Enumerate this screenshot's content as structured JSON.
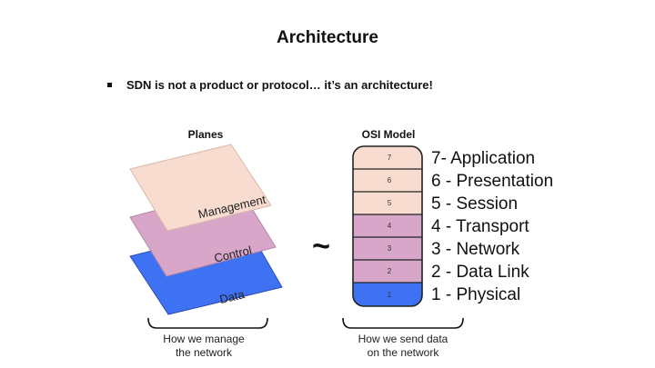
{
  "slide": {
    "title": "Architecture",
    "bullet": "SDN is not a product or protocol… it’s an architecture!"
  },
  "planes": {
    "heading": "Planes",
    "items": [
      {
        "label": "Management",
        "color": "#f8dccf"
      },
      {
        "label": "Control",
        "color": "#d7a6c9"
      },
      {
        "label": "Data",
        "color": "#3f72f3"
      }
    ],
    "caption_line1": "How we manage",
    "caption_line2": "the network"
  },
  "tilde": "~",
  "osi": {
    "heading": "OSI Model",
    "layers": [
      {
        "num": "7",
        "name": "7- Application",
        "color": "#f8dccf"
      },
      {
        "num": "6",
        "name": "6 - Presentation",
        "color": "#f8dccf"
      },
      {
        "num": "5",
        "name": "5 - Session",
        "color": "#f8dccf"
      },
      {
        "num": "4",
        "name": "4 - Transport",
        "color": "#d7a6c9"
      },
      {
        "num": "3",
        "name": "3 - Network",
        "color": "#d7a6c9"
      },
      {
        "num": "2",
        "name": "2 - Data Link",
        "color": "#d7a6c9"
      },
      {
        "num": "1",
        "name": "1 - Physical",
        "color": "#3f72f3"
      }
    ],
    "caption_line1": "How we send data",
    "caption_line2": "on the network"
  }
}
